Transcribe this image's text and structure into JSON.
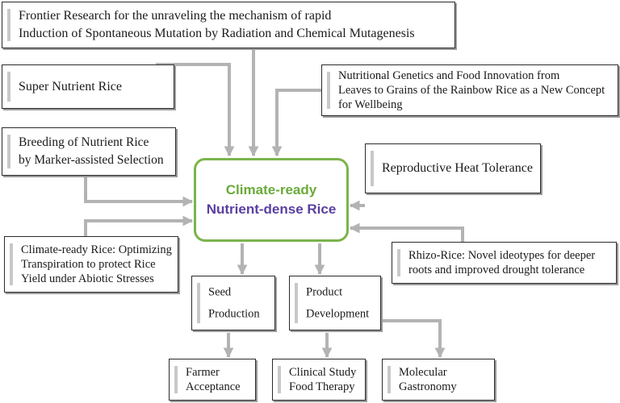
{
  "center": {
    "line1": "Climate-ready",
    "line2": "Nutrient-dense Rice",
    "line1_color": "#6aaa3a",
    "line2_color": "#5a3fa0",
    "border_color": "#7bb44d"
  },
  "inputs": {
    "frontier": [
      "Frontier Research for the unraveling the mechanism of rapid",
      "Induction of Spontaneous Mutation by Radiation and Chemical Mutagenesis"
    ],
    "super_nutrient": [
      "Super Nutrient Rice"
    ],
    "nutritional_genetics": [
      "Nutritional Genetics and Food Innovation from",
      "Leaves to Grains of the Rainbow Rice as a New Concept",
      "for Wellbeing"
    ],
    "breeding": [
      "Breeding of Nutrient Rice",
      "by Marker-assisted Selection"
    ],
    "heat_tolerance": [
      "Reproductive Heat Tolerance"
    ],
    "climate_ready": [
      "Climate-ready Rice: Optimizing",
      "Transpiration to protect Rice",
      "Yield under Abiotic Stresses"
    ],
    "rhizo": [
      "Rhizo-Rice: Novel ideotypes for deeper",
      "roots and improved drought tolerance"
    ]
  },
  "outputs": {
    "seed_production": [
      "Seed",
      "Production"
    ],
    "product_development": [
      "Product",
      "Development"
    ],
    "farmer_acceptance": [
      "Farmer",
      "Acceptance"
    ],
    "clinical_study": [
      "Clinical Study",
      "Food Therapy"
    ],
    "molecular_gastronomy": [
      "Molecular",
      "Gastronomy"
    ]
  },
  "colors": {
    "connector": "#b3b3b3",
    "box_border": "#2b2b2b",
    "accent_bar": "#c8c8c8"
  }
}
